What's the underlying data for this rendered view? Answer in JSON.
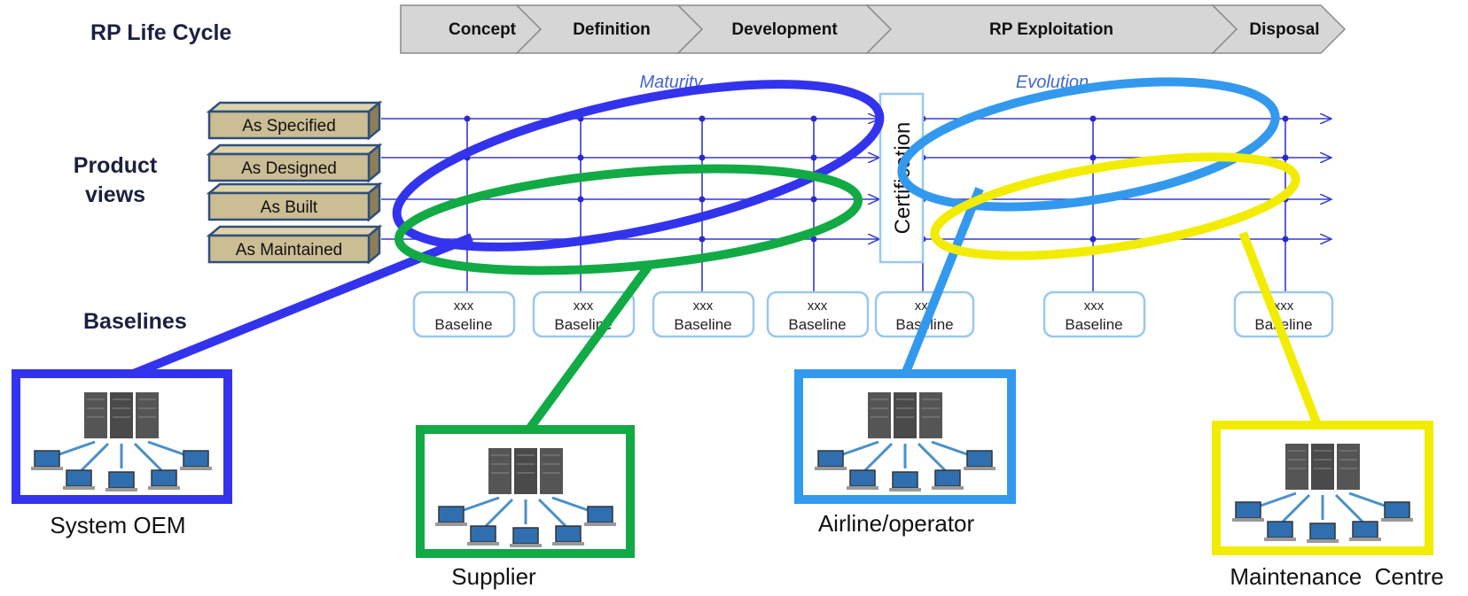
{
  "headings": {
    "lifecycle": "RP Life Cycle",
    "product_views_line1": "Product",
    "product_views_line2": "views",
    "baselines": "Baselines"
  },
  "phases": [
    "Concept",
    "Definition",
    "Development",
    "RP Exploitation",
    "Disposal"
  ],
  "product_views": [
    "As Specified",
    "As Designed",
    "As Built",
    "As Maintained"
  ],
  "arrow_labels": {
    "maturity": "Maturity",
    "evolution": "Evolution"
  },
  "certification": "Certification",
  "baselines": [
    {
      "top": "xxx",
      "bottom": "Baseline"
    },
    {
      "top": "xxx",
      "bottom": "Baseline"
    },
    {
      "top": "xxx",
      "bottom": "Baseline"
    },
    {
      "top": "xxx",
      "bottom": "Baseline"
    },
    {
      "top": "xxx",
      "bottom": "Baseline"
    },
    {
      "top": "xxx",
      "bottom": "Baseline"
    },
    {
      "top": "xxx",
      "bottom": "Baseline"
    }
  ],
  "stakeholders": [
    {
      "name": "System OEM",
      "color": "#3333ee"
    },
    {
      "name": "Supplier",
      "color": "#11aa44"
    },
    {
      "name": "Airline/operator",
      "color": "#3399ee"
    },
    {
      "name": "Maintenance  Centre",
      "color": "#f2ec00"
    }
  ],
  "colors": {
    "phase_fill": "#d6d6d6",
    "view_box_fill": "#cbbd94",
    "grid_line": "#2a2acc",
    "baseline_border": "#99c8ee"
  }
}
